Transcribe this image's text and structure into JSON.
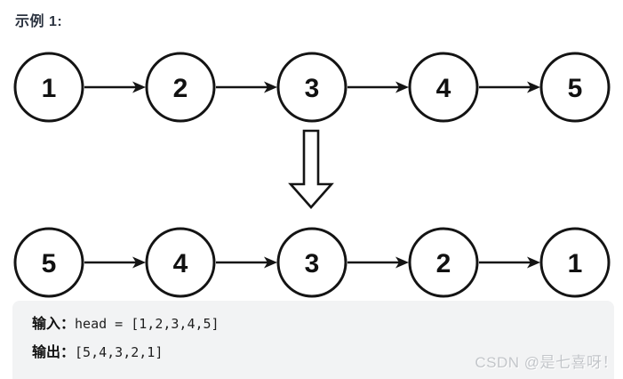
{
  "title": "示例 1:",
  "diagram": {
    "top_list": {
      "values": [
        "1",
        "2",
        "3",
        "4",
        "5"
      ]
    },
    "transform_arrow": "down-arrow",
    "bottom_list": {
      "values": [
        "5",
        "4",
        "3",
        "2",
        "1"
      ]
    },
    "node_fill": "#ffffff",
    "stroke_color": "#141414"
  },
  "example_box": {
    "input_label": "输入：",
    "input_value": "head = [1,2,3,4,5]",
    "output_label": "输出：",
    "output_value": "[5,4,3,2,1]",
    "background": "#f2f3f4"
  },
  "watermark": "CSDN @是七喜呀！"
}
